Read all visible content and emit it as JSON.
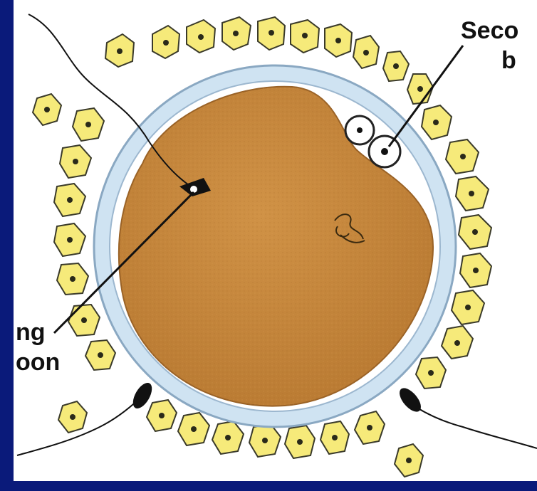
{
  "labels": {
    "top_right_line1": "Seco",
    "top_right_line2": "b",
    "left_line1": "ng",
    "left_line2": "oon"
  },
  "colors": {
    "frame_blue": "#0a1a7a",
    "egg_brown": "#c98a3d",
    "zona_blue": "#cfe3f2",
    "cell_yellow": "#f6ea7a"
  }
}
